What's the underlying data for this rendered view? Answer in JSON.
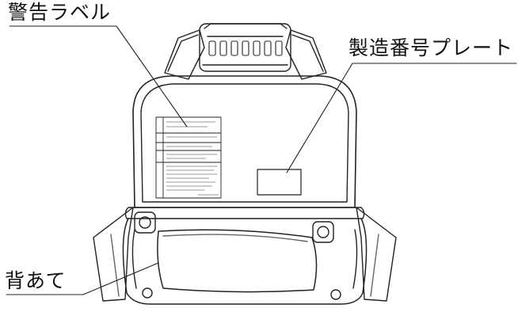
{
  "callouts": {
    "warning_label": "警告ラベル",
    "serial_plate": "製造番号プレート",
    "back_pad": "背あて"
  }
}
